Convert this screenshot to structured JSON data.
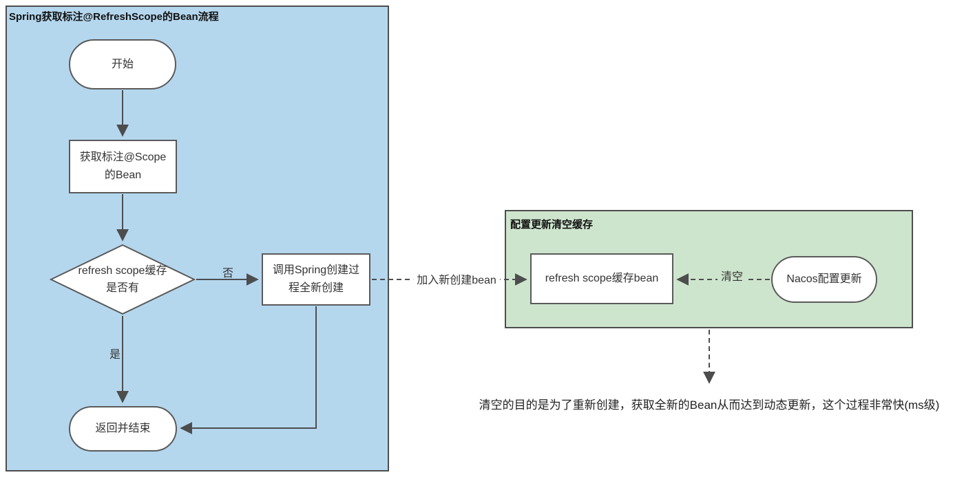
{
  "flowchart_left": {
    "title": "Spring获取标注@RefreshScope的Bean流程",
    "fill": "#b4d7ee",
    "nodes": {
      "start": "开始",
      "get_bean_line1": "获取标注@Scope",
      "get_bean_line2": "的Bean",
      "cache_check_line1": "refresh scope缓存",
      "cache_check_line2": "是否有",
      "create_line1": "调用Spring创建过",
      "create_line2": "程全新创建",
      "end": "返回并结束"
    },
    "edge_labels": {
      "no": "否",
      "yes": "是"
    }
  },
  "flowchart_right": {
    "title": "配置更新清空缓存",
    "fill": "#cee5cd",
    "nodes": {
      "cache_bean": "refresh scope缓存bean",
      "nacos": "Nacos配置更新"
    },
    "edge_labels": {
      "clear": "清空"
    }
  },
  "connections": {
    "add_bean_label": "加入新创建bean"
  },
  "note": "清空的目的是为了重新创建，获取全新的Bean从而达到动态更新，这个过程非常快(ms级)",
  "colors": {
    "container_blue": "#b4d7ee",
    "container_green": "#cee5cd",
    "stroke": "#4d4d4d",
    "node_fill": "#ffffff",
    "text": "#333333"
  }
}
